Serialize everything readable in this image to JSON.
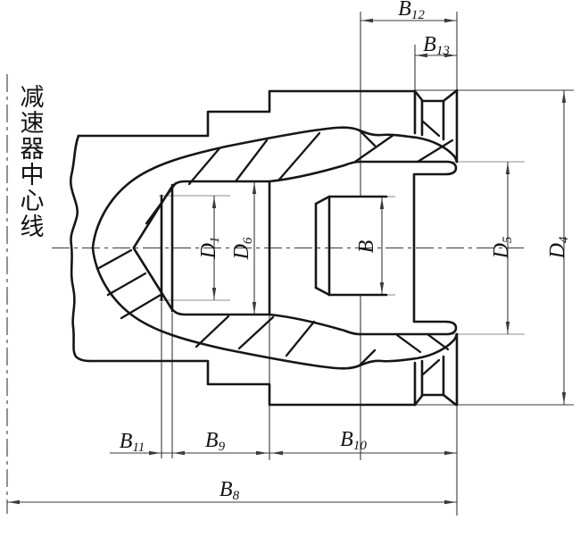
{
  "annotation": {
    "text": "减速器中心线"
  },
  "dims": {
    "b12": {
      "base": "B",
      "sub": "12"
    },
    "b13": {
      "base": "B",
      "sub": "13"
    },
    "b11": {
      "base": "B",
      "sub": "11"
    },
    "b9": {
      "base": "B",
      "sub": "9"
    },
    "b10": {
      "base": "B",
      "sub": "10"
    },
    "b8": {
      "base": "B",
      "sub": "8"
    },
    "d1": {
      "base": "D",
      "sub": "1"
    },
    "d6": {
      "base": "D",
      "sub": "6"
    },
    "b": {
      "base": "B",
      "sub": ""
    },
    "d5": {
      "base": "D",
      "sub": "5"
    },
    "d4": {
      "base": "D",
      "sub": "4"
    }
  },
  "colors": {
    "outline": "#161616",
    "dimension": "#3a3a3a",
    "extension": "#8f8f8f",
    "background": "#ffffff"
  }
}
